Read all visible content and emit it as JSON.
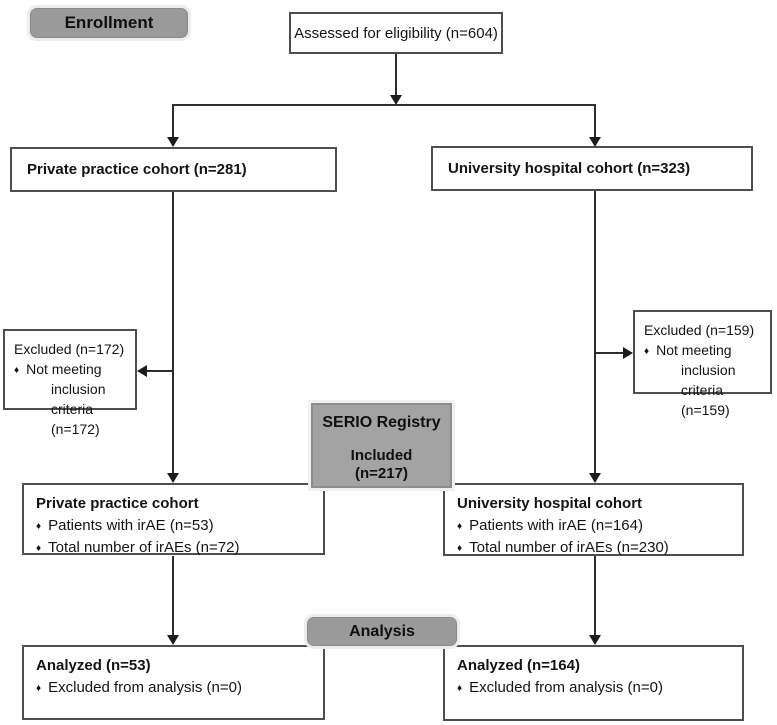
{
  "icons": {
    "bullet": "♦"
  },
  "colors": {
    "badge_gray": "#9a9a9a",
    "serio_gray": "#a3a3a3",
    "box_border": "#4e4e4e",
    "connector_line": "#2d2d2d",
    "text": "#141414",
    "background": "#ffffff"
  },
  "stage_labels": {
    "enrollment": "Enrollment",
    "analysis": "Analysis"
  },
  "assessed_box": {
    "label": "Assessed for eligibility (n=604)"
  },
  "private_cohort_box": {
    "label": "Private practice cohort (n=281)"
  },
  "university_cohort_box": {
    "label": "University hospital cohort (n=323)"
  },
  "excluded_left_box": {
    "title": "Excluded (n=172)",
    "item": "Not meeting",
    "item_wrap1": "inclusion criteria",
    "item_wrap2": "(n=172)"
  },
  "excluded_right_box": {
    "title": "Excluded (n=159)",
    "item": "Not meeting",
    "item_wrap1": "inclusion criteria",
    "item_wrap2": "(n=159)"
  },
  "serio_box": {
    "title": "SERIO Registry",
    "status": "Included",
    "count": "(n=217)"
  },
  "private_results_box": {
    "title": "Private practice cohort",
    "item1": "Patients with irAE (n=53)",
    "item2": "Total number of irAEs (n=72)"
  },
  "university_results_box": {
    "title": "University hospital cohort",
    "item1": "Patients with irAE (n=164)",
    "item2": "Total number of irAEs (n=230)"
  },
  "analyzed_left_box": {
    "title": "Analyzed (n=53)",
    "item1": "Excluded from analysis (n=0)"
  },
  "analyzed_right_box": {
    "title": "Analyzed (n=164)",
    "item1": "Excluded from analysis (n=0)"
  }
}
